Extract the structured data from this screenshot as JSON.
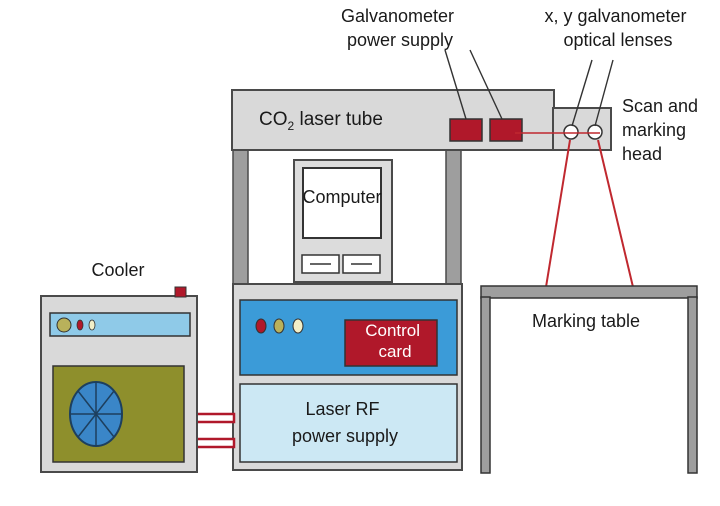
{
  "labels": {
    "galvanometer_power_supply": [
      "Galvanometer",
      "power supply"
    ],
    "galvanometer_optical_lenses": [
      "x, y galvanometer",
      "optical lenses"
    ],
    "scan_marking_head": [
      "Scan and",
      "marking",
      "head"
    ],
    "laser_tube_main": "CO",
    "laser_tube_sub": "2",
    "laser_tube_rest": " laser tube",
    "computer": "Computer",
    "cooler": "Cooler",
    "control_card": [
      "Control",
      "card"
    ],
    "laser_rf_power_supply": [
      "Laser RF",
      "power supply"
    ],
    "marking_table": "Marking table"
  },
  "colors": {
    "frame_gray": "#9e9e9e",
    "light_gray": "#d9d9d9",
    "panel_blue": "#3b9bd8",
    "light_blue": "#cce8f4",
    "dark_red": "#b0182a",
    "beam_red": "#c0282f",
    "olive": "#8e8f2c",
    "fan_blue": "#3a86c8",
    "outline": "#4a4a4a"
  }
}
